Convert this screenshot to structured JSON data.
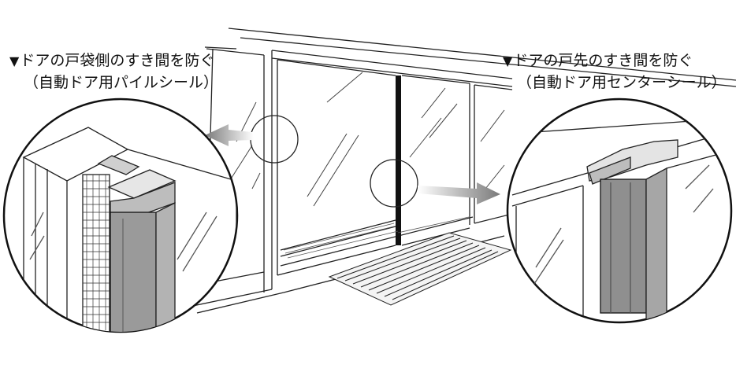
{
  "captions": {
    "left": {
      "marker": "▼",
      "line1": "ドアの戸袋側のすき間を防ぐ",
      "line2": "（自動ドア用パイルシール）"
    },
    "right": {
      "marker": "▼",
      "line1": "ドアの戸先のすき間を防ぐ",
      "line2": "（自動ドア用センターシール）"
    }
  },
  "colors": {
    "line": "#222222",
    "seal_fill": "#9a9a9a",
    "arrow_fill": "#8c8c8c",
    "background": "#ffffff"
  },
  "icons": [
    "left-arrow-icon",
    "right-arrow-icon",
    "detail-circle-left",
    "detail-circle-right"
  ]
}
